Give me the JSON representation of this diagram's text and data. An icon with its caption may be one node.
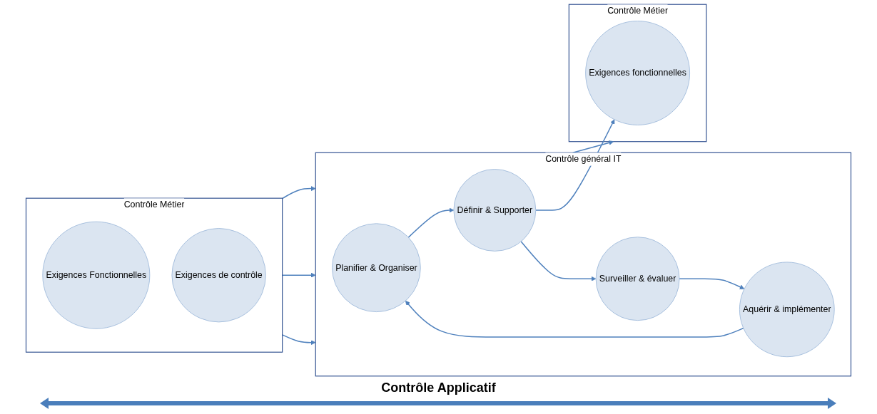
{
  "diagram": {
    "nodes": [
      {
        "text": [
          "Contrôle Métier"
        ]
      },
      {
        "text": [
          "Exigences Fonctionnelles"
        ],
        "in": 0
      },
      {
        "text": [
          "Exigences de contrôle"
        ],
        "in": 0
      },
      {
        "text": [
          "Contrôle général IT"
        ]
      },
      {
        "text": [
          "Planifier & Organiser"
        ],
        "in": 3
      },
      {
        "text": [
          "Définir & Supporter"
        ],
        "in": 3
      },
      {
        "text": [
          "Surveiller & évaluer"
        ],
        "in": 3
      },
      {
        "text": [
          "Aquérir & implémenter"
        ],
        "in": 3
      },
      {
        "text": [
          "Contrôle Métier"
        ]
      },
      {
        "text": [
          "Exigences fonctionnelles"
        ],
        "in": 8
      }
    ],
    "edges": [
      {
        "from": 0,
        "to": 3,
        "arrow": "to"
      },
      {
        "from": 3,
        "to": 8,
        "arrow": "to"
      },
      {
        "from": 0,
        "to": 3,
        "arrow": "to"
      },
      {
        "from": 0,
        "to": 3,
        "arrow": "to"
      },
      {
        "from": 4,
        "to": 5,
        "arrow": "to"
      },
      {
        "from": 5,
        "to": 6,
        "arrow": "to"
      },
      {
        "from": 6,
        "to": 7,
        "arrow": "to"
      },
      {
        "from": 7,
        "to": 4,
        "arrow": "to"
      },
      {
        "from": 5,
        "to": 9,
        "arrow": "to"
      }
    ],
    "labels": [
      "Contrôle Applicatif"
    ]
  }
}
